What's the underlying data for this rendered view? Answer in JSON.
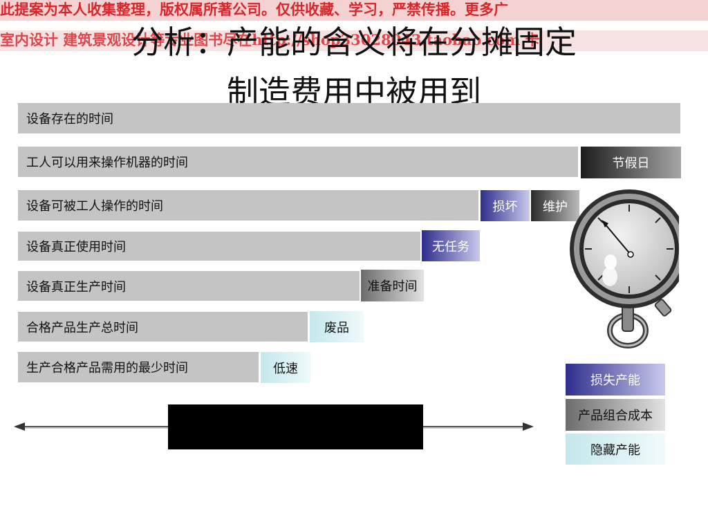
{
  "watermark": {
    "line1": "此提案为本人收集整理，版权属所著公司。仅供收藏、学习，严禁传播。更多广",
    "line2": "室内设计  建筑景观设计等专业图书尽在http://shop33028043.taobao.com 卡"
  },
  "title": {
    "line1": "分析：产能的含义将在分摊固定",
    "line2": "制造费用中被用到"
  },
  "rows": {
    "r1": {
      "label": "设备存在的时间"
    },
    "r2": {
      "label": "工人可以用来操作机器的时间",
      "loss": "节假日"
    },
    "r3": {
      "label": "设备可被工人操作的时间",
      "loss1": "损坏",
      "loss2": "维护"
    },
    "r4": {
      "label": "设备真正使用时间",
      "loss": "无任务"
    },
    "r5": {
      "label": "设备真正生产时间",
      "loss": "准备时间"
    },
    "r6": {
      "label": "合格产品生产总时间",
      "loss": "废品"
    },
    "r7": {
      "label": "生产合格产品需用的最少时间",
      "loss": "低速"
    }
  },
  "legend": {
    "lost": "损失产能",
    "mix": "产品组合成本",
    "hidden": "隐藏产能"
  },
  "colors": {
    "bar": "#c4c4c4",
    "watermark": "#d8262b",
    "purple": "#2e2e8c",
    "cyan": "#c4e8ec"
  },
  "icons": {
    "stopwatch": "stopwatch-icon"
  }
}
